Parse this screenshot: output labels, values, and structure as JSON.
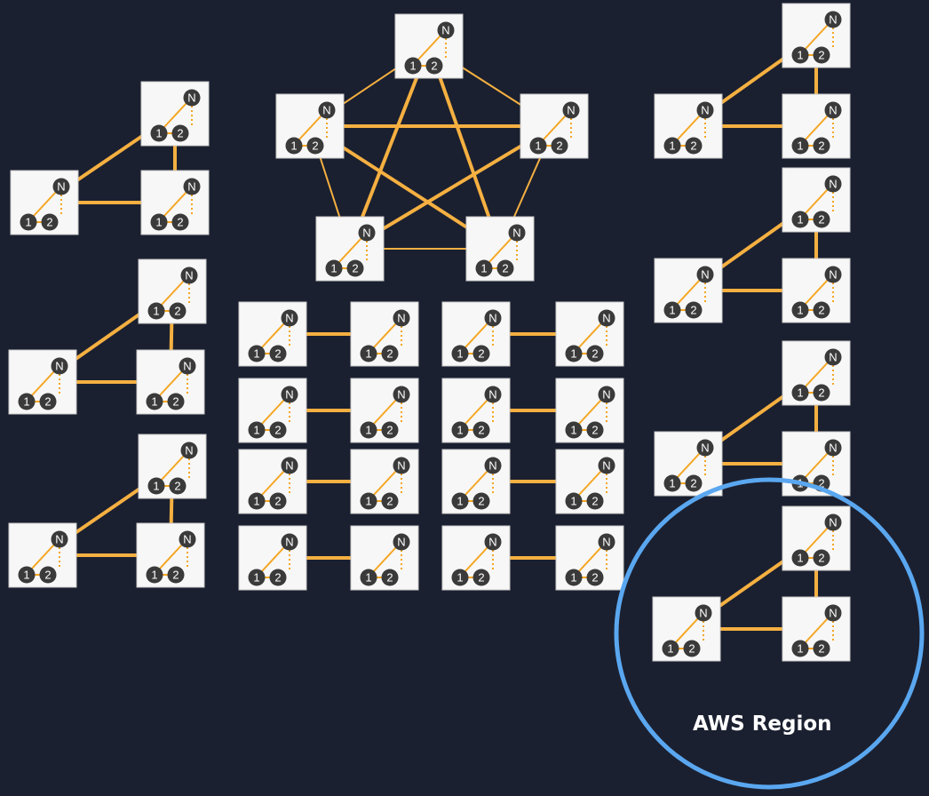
{
  "node_icon": {
    "icon": "network-node-icon",
    "label_top": "N",
    "label_left": "1",
    "label_right": "2",
    "background": "#f7f7f7",
    "border": "#c9c9c9",
    "circle_color": "#3a3a3a",
    "line_color": "#f5a623"
  },
  "colors": {
    "background": "#1b2030",
    "link": "#f5b041",
    "region_ring": "#5aa7f0",
    "label": "#ffffff"
  },
  "region": {
    "label": "AWS Region"
  }
}
